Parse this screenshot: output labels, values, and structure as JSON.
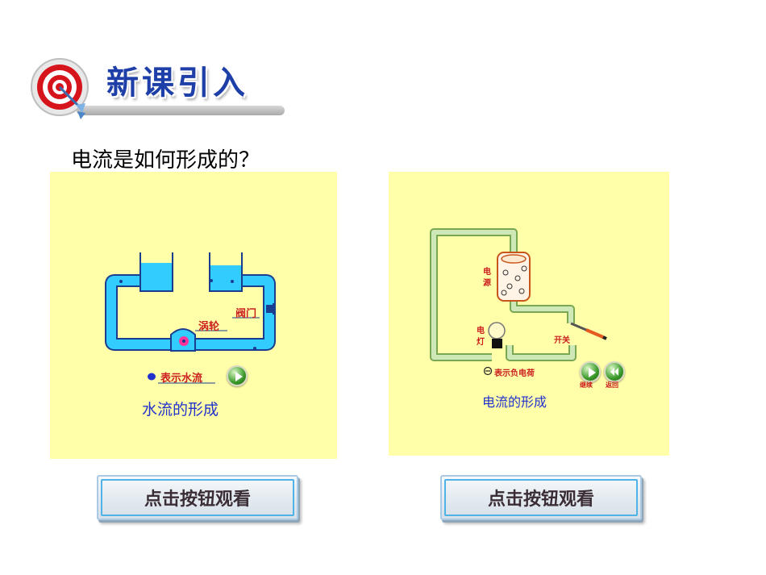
{
  "header": {
    "section_title": "新课引入",
    "question": "电流是如何形成的？"
  },
  "water_panel": {
    "turbine_label": "涡轮",
    "valve_label": "阀门",
    "legend_text": "表示水流",
    "caption": "水流的形成"
  },
  "electric_panel": {
    "source_label_1": "电",
    "source_label_2": "源",
    "lamp_label_1": "电",
    "lamp_label_2": "灯",
    "switch_label": "开关",
    "legend_text": "表示负电荷",
    "continue_label": "继续",
    "return_label": "返回",
    "caption": "电流的形成"
  },
  "buttons": {
    "watch_left": "点击按钮观看",
    "watch_right": "点击按钮观看"
  },
  "colors": {
    "panel_bg": "#ffffaa",
    "water": "#33ccff",
    "pipe_green": "#cfe8b8",
    "label_red": "#cc1f1f",
    "caption_blue": "#2233cc",
    "title_blue": "#1f3fa8"
  }
}
